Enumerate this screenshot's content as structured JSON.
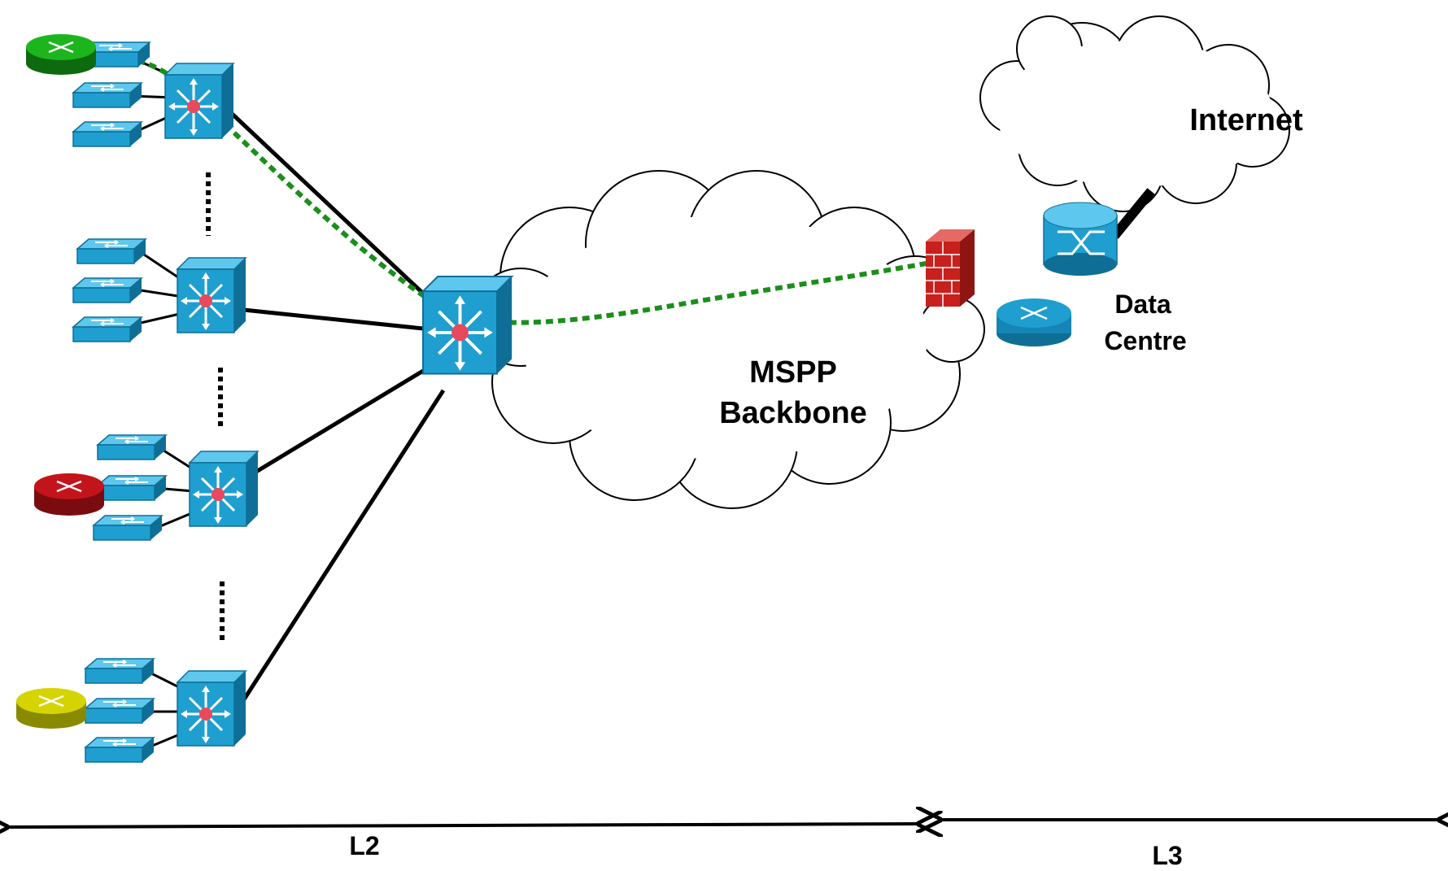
{
  "labels": {
    "internet": "Internet",
    "data_centre_line1": "Data",
    "data_centre_line2": "Centre",
    "backbone_line1": "MSPP",
    "backbone_line2": "Backbone",
    "layer2": "L2",
    "layer3": "L3"
  },
  "colors": {
    "device_blue": "#1e9fd0",
    "device_dark": "#0f6e96",
    "link": "#000000",
    "green_path": "#1a8f1a",
    "yellow_path": "#e0d000",
    "router_green": "#1db51d",
    "router_red": "#c4141b",
    "router_yellow": "#d6d400",
    "firewall_red": "#c8201c",
    "cloud_fill": "#ffffff",
    "cloud_stroke": "#000000",
    "core_dot": "#e8495c"
  },
  "icons": {
    "access_switch": "workgroup-switch-icon",
    "distribution_switch": "multilayer-switch-icon",
    "core_switch": "multilayer-switch-icon",
    "router": "router-icon",
    "firewall": "firewall-icon",
    "optical_switch": "atm-switch-icon",
    "cloud": "cloud-icon"
  }
}
